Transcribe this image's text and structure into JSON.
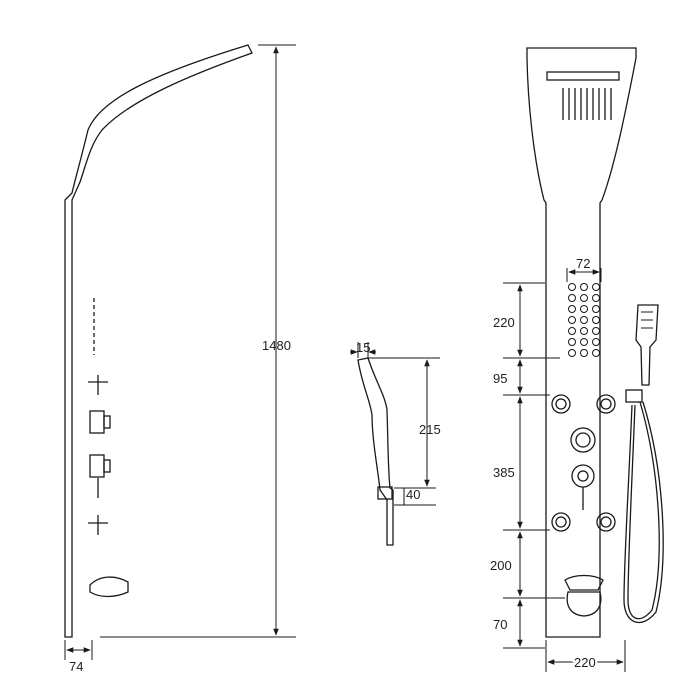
{
  "dimensions": {
    "total_height": "1480",
    "depth": "74",
    "handshower_width": "15",
    "handshower_length": "215",
    "holder": "40",
    "jets_width": "72",
    "jets_block": "220",
    "gap_to_controls": "95",
    "controls_span": "385",
    "to_spout": "200",
    "bottom": "70",
    "panel_width": "220"
  }
}
